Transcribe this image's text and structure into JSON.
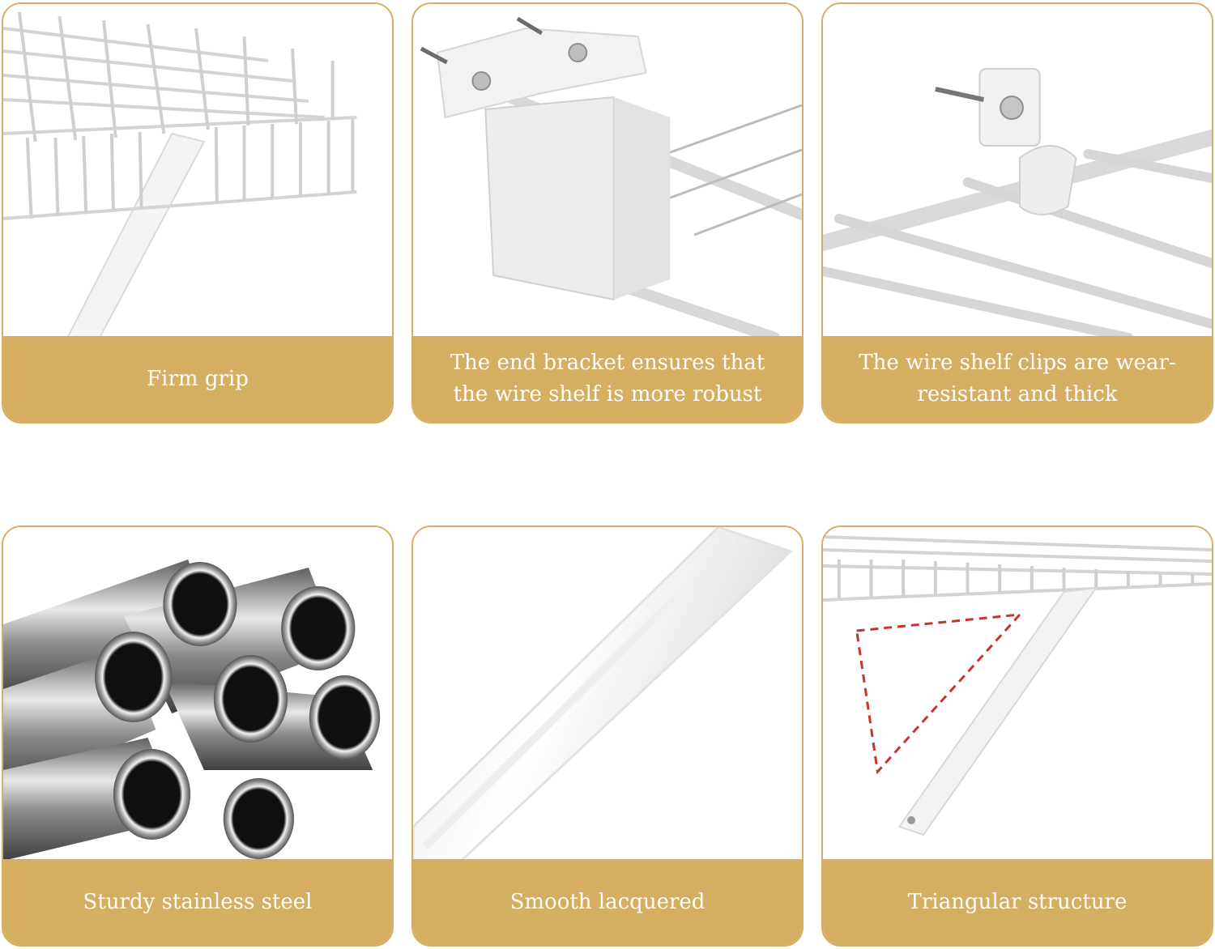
{
  "cards": [
    {
      "caption": "Firm grip",
      "image_icon": "wire-shelf-bracket-closeup"
    },
    {
      "caption": "The end bracket ensures that the wire shelf is more robust",
      "image_icon": "end-bracket-closeup"
    },
    {
      "caption": "The wire shelf clips are wear-resistant and thick",
      "image_icon": "shelf-clip-closeup"
    },
    {
      "caption": "Sturdy stainless steel",
      "image_icon": "steel-tubes-closeup"
    },
    {
      "caption": "Smooth lacquered",
      "image_icon": "lacquered-rod-closeup"
    },
    {
      "caption": "Triangular structure",
      "image_icon": "triangular-support-closeup"
    }
  ],
  "colors": {
    "accent": "#d5ae62",
    "caption_text": "#ffffff",
    "triangle_dash": "#c8322f"
  }
}
